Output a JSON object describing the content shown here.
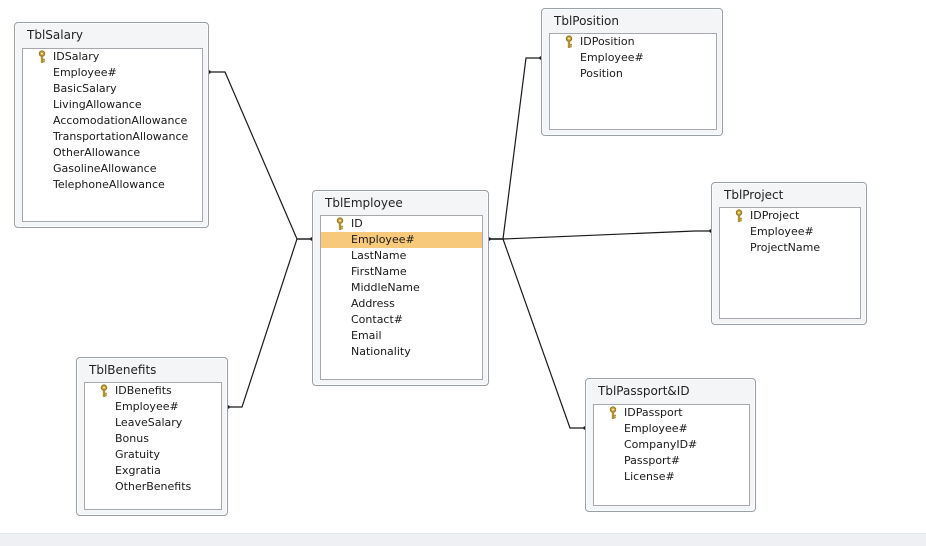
{
  "colors": {
    "background": "#ffffff",
    "table_border": "#9aa0a8",
    "table_background": "#f4f5f7",
    "field_panel_background": "#ffffff",
    "selected_field": "#f7c97a",
    "relationship_line": "#1a1a1a",
    "key_icon": "#c9a233"
  },
  "tables": {
    "salary": {
      "title": "TblSalary",
      "fields": [
        {
          "label": "IDSalary",
          "primary_key": true
        },
        {
          "label": "Employee#",
          "primary_key": false
        },
        {
          "label": "BasicSalary",
          "primary_key": false
        },
        {
          "label": "LivingAllowance",
          "primary_key": false
        },
        {
          "label": "AccomodationAllowance",
          "primary_key": false
        },
        {
          "label": "TransportationAllowance",
          "primary_key": false
        },
        {
          "label": "OtherAllowance",
          "primary_key": false
        },
        {
          "label": "GasolineAllowance",
          "primary_key": false
        },
        {
          "label": "TelephoneAllowance",
          "primary_key": false
        }
      ]
    },
    "position": {
      "title": "TblPosition",
      "fields": [
        {
          "label": "IDPosition",
          "primary_key": true
        },
        {
          "label": "Employee#",
          "primary_key": false
        },
        {
          "label": "Position",
          "primary_key": false
        }
      ]
    },
    "employee": {
      "title": "TblEmployee",
      "fields": [
        {
          "label": "ID",
          "primary_key": true
        },
        {
          "label": "Employee#",
          "primary_key": false,
          "selected": true
        },
        {
          "label": "LastName",
          "primary_key": false
        },
        {
          "label": "FirstName",
          "primary_key": false
        },
        {
          "label": "MiddleName",
          "primary_key": false
        },
        {
          "label": "Address",
          "primary_key": false
        },
        {
          "label": "Contact#",
          "primary_key": false
        },
        {
          "label": "Email",
          "primary_key": false
        },
        {
          "label": "Nationality",
          "primary_key": false
        }
      ]
    },
    "project": {
      "title": "TblProject",
      "fields": [
        {
          "label": "IDProject",
          "primary_key": true
        },
        {
          "label": "Employee#",
          "primary_key": false
        },
        {
          "label": "ProjectName",
          "primary_key": false
        }
      ]
    },
    "benefits": {
      "title": "TblBenefits",
      "fields": [
        {
          "label": "IDBenefits",
          "primary_key": true
        },
        {
          "label": "Employee#",
          "primary_key": false
        },
        {
          "label": "LeaveSalary",
          "primary_key": false
        },
        {
          "label": "Bonus",
          "primary_key": false
        },
        {
          "label": "Gratuity",
          "primary_key": false
        },
        {
          "label": "Exgratia",
          "primary_key": false
        },
        {
          "label": "OtherBenefits",
          "primary_key": false
        }
      ]
    },
    "passport": {
      "title": "TblPassport&ID",
      "fields": [
        {
          "label": "IDPassport",
          "primary_key": true
        },
        {
          "label": "Employee#",
          "primary_key": false
        },
        {
          "label": "CompanyID#",
          "primary_key": false
        },
        {
          "label": "Passport#",
          "primary_key": false
        },
        {
          "label": "License#",
          "primary_key": false
        }
      ]
    }
  },
  "relationships": [
    {
      "from": "salary",
      "to": "employee"
    },
    {
      "from": "benefits",
      "to": "employee"
    },
    {
      "from": "position",
      "to": "employee"
    },
    {
      "from": "project",
      "to": "employee"
    },
    {
      "from": "passport",
      "to": "employee"
    }
  ]
}
